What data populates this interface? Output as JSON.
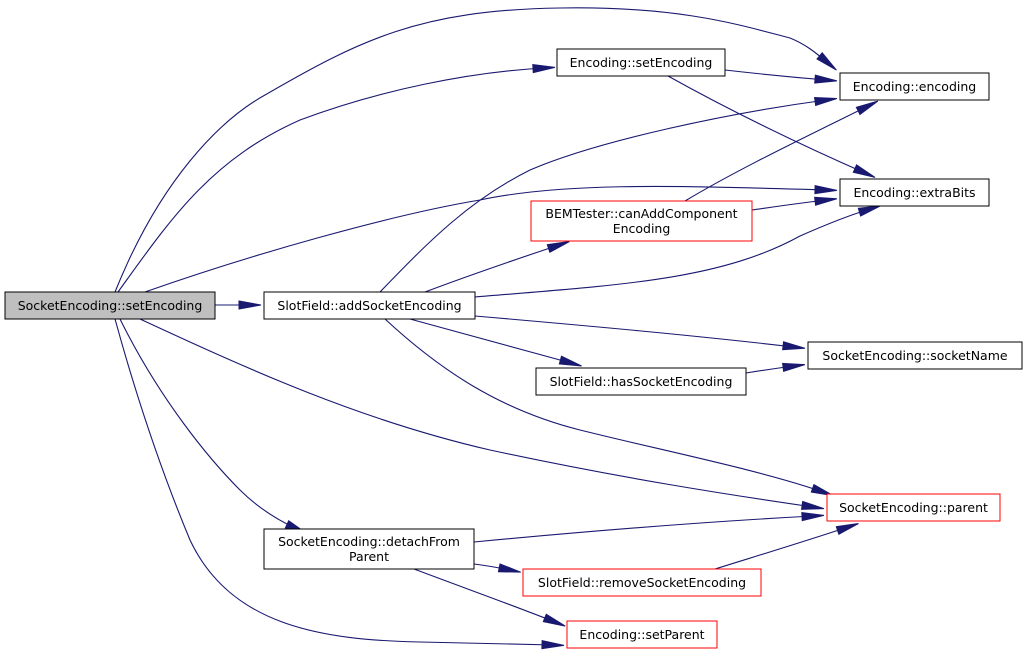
{
  "diagram": {
    "colors": {
      "edge": "#191970",
      "root_fill": "#bfbfbf",
      "normal_border": "#000000",
      "missing_border": "#ff0000",
      "node_fill": "#ffffff"
    },
    "nodes": [
      {
        "id": "root",
        "name": "node-socketencoding-setencoding",
        "lines": [
          "SocketEncoding::setEncoding"
        ],
        "style": "root"
      },
      {
        "id": "slotadd",
        "name": "node-slotfield-addsocketencoding",
        "lines": [
          "SlotField::addSocketEncoding"
        ],
        "style": "normal"
      },
      {
        "id": "encset",
        "name": "node-encoding-setencoding",
        "lines": [
          "Encoding::setEncoding"
        ],
        "style": "normal"
      },
      {
        "id": "encenc",
        "name": "node-encoding-encoding",
        "lines": [
          "Encoding::encoding"
        ],
        "style": "normal"
      },
      {
        "id": "encbits",
        "name": "node-encoding-extrabits",
        "lines": [
          "Encoding::extraBits"
        ],
        "style": "normal"
      },
      {
        "id": "bem",
        "name": "node-bemtester-canaddcomponentencoding",
        "lines": [
          "BEMTester::canAddComponent",
          "Encoding"
        ],
        "style": "red"
      },
      {
        "id": "sockname",
        "name": "node-socketencoding-socketname",
        "lines": [
          "SocketEncoding::socketName"
        ],
        "style": "normal"
      },
      {
        "id": "slothas",
        "name": "node-slotfield-hassocketencoding",
        "lines": [
          "SlotField::hasSocketEncoding"
        ],
        "style": "normal"
      },
      {
        "id": "parent",
        "name": "node-socketencoding-parent",
        "lines": [
          "SocketEncoding::parent"
        ],
        "style": "red"
      },
      {
        "id": "detach",
        "name": "node-socketencoding-detachfromparent",
        "lines": [
          "SocketEncoding::detachFrom",
          "Parent"
        ],
        "style": "normal"
      },
      {
        "id": "slotremove",
        "name": "node-slotfield-removesocketencoding",
        "lines": [
          "SlotField::removeSocketEncoding"
        ],
        "style": "red"
      },
      {
        "id": "setparent",
        "name": "node-encoding-setparent",
        "lines": [
          "Encoding::setParent"
        ],
        "style": "red"
      }
    ],
    "edges": [
      {
        "from": "root",
        "to": "slotadd"
      },
      {
        "from": "root",
        "to": "encset"
      },
      {
        "from": "root",
        "to": "encenc"
      },
      {
        "from": "root",
        "to": "encbits"
      },
      {
        "from": "root",
        "to": "parent"
      },
      {
        "from": "root",
        "to": "detach"
      },
      {
        "from": "root",
        "to": "setparent"
      },
      {
        "from": "slotadd",
        "to": "encenc"
      },
      {
        "from": "slotadd",
        "to": "bem"
      },
      {
        "from": "slotadd",
        "to": "encbits"
      },
      {
        "from": "slotadd",
        "to": "sockname"
      },
      {
        "from": "slotadd",
        "to": "slothas"
      },
      {
        "from": "slotadd",
        "to": "parent"
      },
      {
        "from": "encset",
        "to": "encenc"
      },
      {
        "from": "encset",
        "to": "encbits"
      },
      {
        "from": "bem",
        "to": "encenc"
      },
      {
        "from": "bem",
        "to": "encbits"
      },
      {
        "from": "slothas",
        "to": "sockname"
      },
      {
        "from": "detach",
        "to": "parent"
      },
      {
        "from": "detach",
        "to": "slotremove"
      },
      {
        "from": "detach",
        "to": "setparent"
      },
      {
        "from": "slotremove",
        "to": "parent"
      }
    ]
  }
}
